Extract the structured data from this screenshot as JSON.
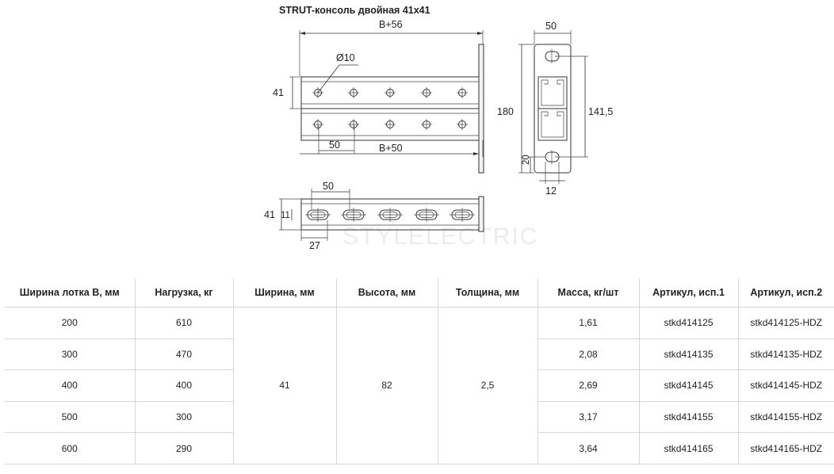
{
  "drawing": {
    "title": "STRUT-консоль двойная 41x41",
    "watermark": "STYLELECTRIC",
    "dims": {
      "top_width": "B+56",
      "bottom_width": "B+50",
      "hole_diameter": "Ø10",
      "channel_height": "41",
      "hole_pitch": "50",
      "plate_width": "50",
      "plate_height": "180",
      "slot_distance": "141,5",
      "edge_offset": "20",
      "slot_width": "12",
      "bottom_pitch": "50",
      "bottom_height": "41",
      "bottom_inner": "11",
      "bottom_offset": "27"
    }
  },
  "table": {
    "headers": [
      "Ширина лотка B, мм",
      "Нагрузка, кг",
      "Ширина, мм",
      "Высота, мм",
      "Толщина, мм",
      "Масса, кг/шт",
      "Артикул, исп.1",
      "Артикул, исп.2"
    ],
    "shared": {
      "width": "41",
      "height": "82",
      "thickness": "2,5"
    },
    "rows": [
      {
        "tray_width": "200",
        "load": "610",
        "mass": "1,61",
        "art1": "stkd414125",
        "art2": "stkd414125-HDZ"
      },
      {
        "tray_width": "300",
        "load": "470",
        "mass": "2,08",
        "art1": "stkd414135",
        "art2": "stkd414135-HDZ"
      },
      {
        "tray_width": "400",
        "load": "400",
        "mass": "2,69",
        "art1": "stkd414145",
        "art2": "stkd414145-HDZ"
      },
      {
        "tray_width": "500",
        "load": "300",
        "mass": "3,17",
        "art1": "stkd414155",
        "art2": "stkd414155-HDZ"
      },
      {
        "tray_width": "600",
        "load": "290",
        "mass": "3,64",
        "art1": "stkd414165",
        "art2": "stkd414165-HDZ"
      }
    ]
  }
}
